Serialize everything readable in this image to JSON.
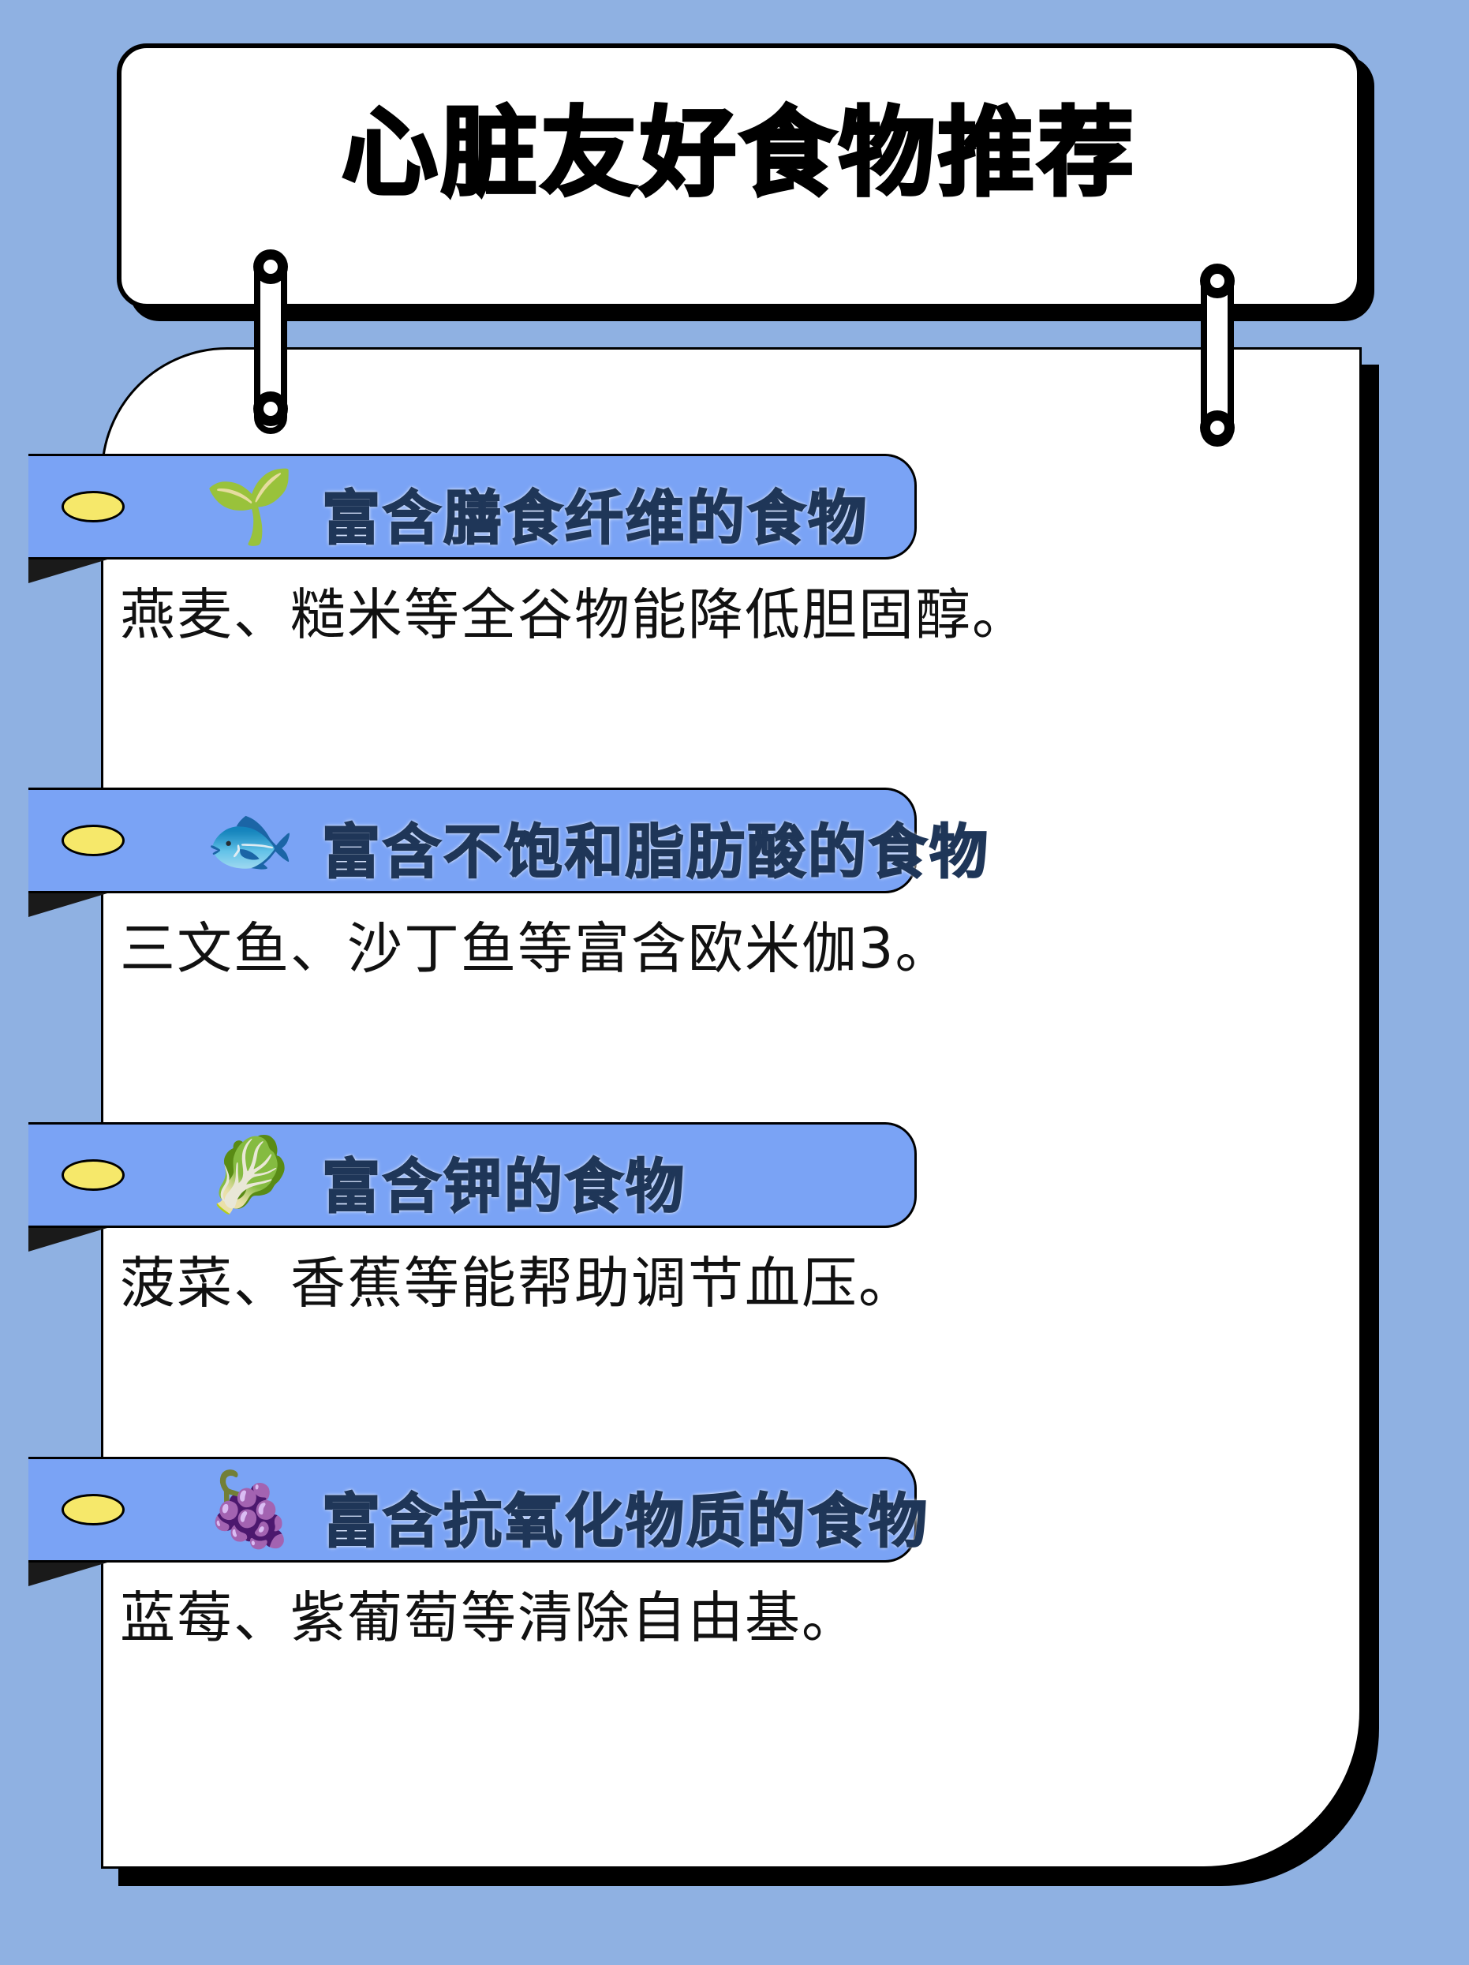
{
  "title": "心脏友好食物推荐",
  "sections": [
    {
      "icon": "seedling-icon",
      "emoji": "🌱",
      "heading": "富含膳食纤维的食物",
      "description": "燕麦、糙米等全谷物能降低胆固醇。"
    },
    {
      "icon": "fish-icon",
      "emoji": "🐟",
      "heading": "富含不饱和脂肪酸的食物",
      "description": "三文鱼、沙丁鱼等富含欧米伽3。"
    },
    {
      "icon": "celery-icon",
      "emoji": "🥬",
      "heading": "富含钾的食物",
      "description": "菠菜、香蕉等能帮助调节血压。"
    },
    {
      "icon": "grapes-icon",
      "emoji": "🍇",
      "heading": "富含抗氧化物质的食物",
      "description": "蓝莓、紫葡萄等清除自由基。"
    }
  ],
  "colors": {
    "background": "#8fb1e2",
    "ribbon": "#7aa3f5",
    "heading": "#1f3658",
    "oval": "#f6e86a"
  }
}
